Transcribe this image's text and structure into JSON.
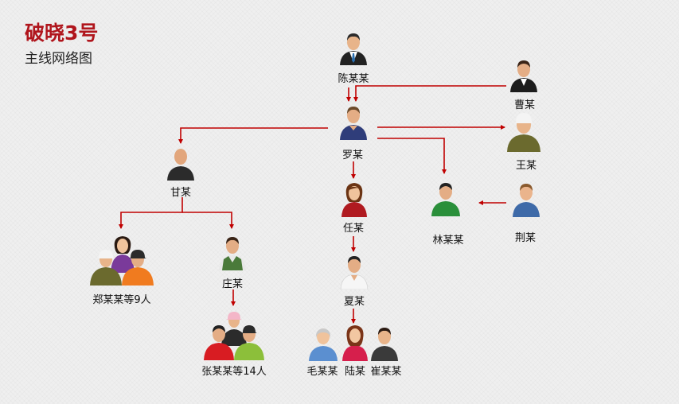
{
  "header": {
    "title": "破晓3号",
    "subtitle": "主线网络图"
  },
  "nodes": {
    "chen": "陈某某",
    "cao": "曹某",
    "luo": "罗某",
    "wang": "王某",
    "gan": "甘某",
    "ren": "任某",
    "lin": "林某某",
    "jing": "荆某",
    "zheng": "郑某某等9人",
    "zhuang": "庄某",
    "xia": "夏某",
    "zhang": "张某某等14人",
    "mao": "毛某某",
    "lu": "陆某",
    "cui": "崔某某"
  },
  "colors": {
    "link": "#c00000",
    "title": "#b0151c"
  }
}
